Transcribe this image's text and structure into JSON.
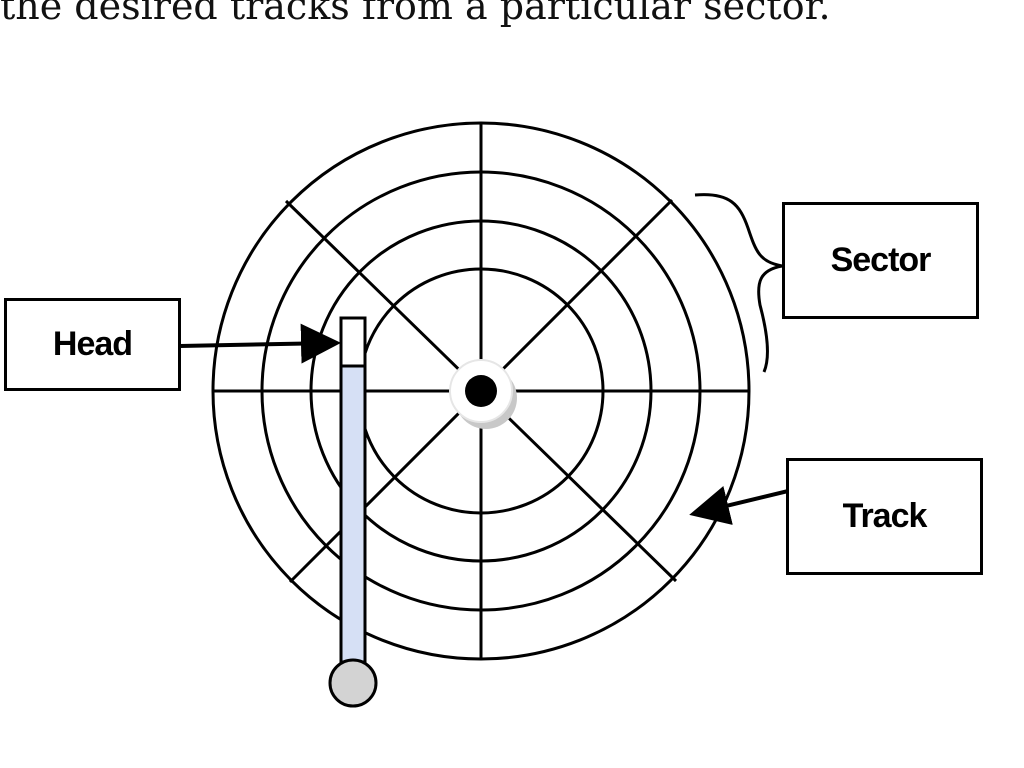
{
  "caption": {
    "text": "the desired tracks from a particular sector."
  },
  "labels": {
    "head": "Head",
    "sector": "Sector",
    "track": "Track"
  },
  "colors": {
    "lines": "#000000",
    "arm_fill": "#d6e0f5",
    "pivot_fill": "#d3d3d3",
    "spindle_shadow": "#c8c8c8",
    "spindle_center": "#000000"
  },
  "icons": {
    "disk": "disk-platter-icon",
    "spindle": "spindle-icon"
  }
}
